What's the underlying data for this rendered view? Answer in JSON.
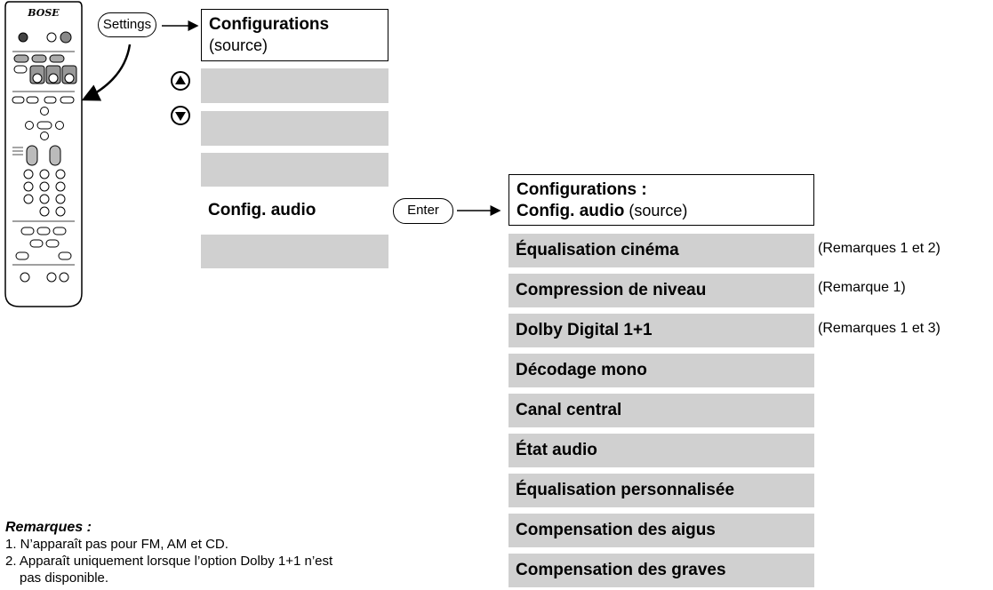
{
  "remote": {
    "brand": "BOSE"
  },
  "buttons": {
    "settings": "Settings",
    "enter": "Enter"
  },
  "settings_menu": {
    "title": "Configurations",
    "subtitle": "(source)",
    "items": [
      "",
      "",
      "",
      "Config. audio",
      ""
    ]
  },
  "audio_menu": {
    "title_line1": "Configurations :",
    "title_line2_bold": "Config. audio",
    "title_line2_normal": " (source)",
    "items": [
      {
        "label": "Équalisation cinéma",
        "note": "(Remarques 1 et 2)"
      },
      {
        "label": "Compression de niveau",
        "note": "(Remarque 1)"
      },
      {
        "label": "Dolby Digital 1+1",
        "note": "(Remarques 1 et 3)"
      },
      {
        "label": "Décodage mono",
        "note": ""
      },
      {
        "label": "Canal central",
        "note": ""
      },
      {
        "label": "État audio",
        "note": ""
      },
      {
        "label": "Équalisation personnalisée",
        "note": ""
      },
      {
        "label": "Compensation des aigus",
        "note": ""
      },
      {
        "label": "Compensation des graves",
        "note": ""
      }
    ]
  },
  "remarks": {
    "heading": "Remarques :",
    "items": [
      "1. N’apparaît pas pour FM, AM et CD.",
      "2. Apparaît uniquement lorsque l’option Dolby 1+1 n’est",
      "pas disponible."
    ]
  },
  "colors": {
    "menu_item_bg": "#d0d0d0",
    "border": "#000000"
  }
}
